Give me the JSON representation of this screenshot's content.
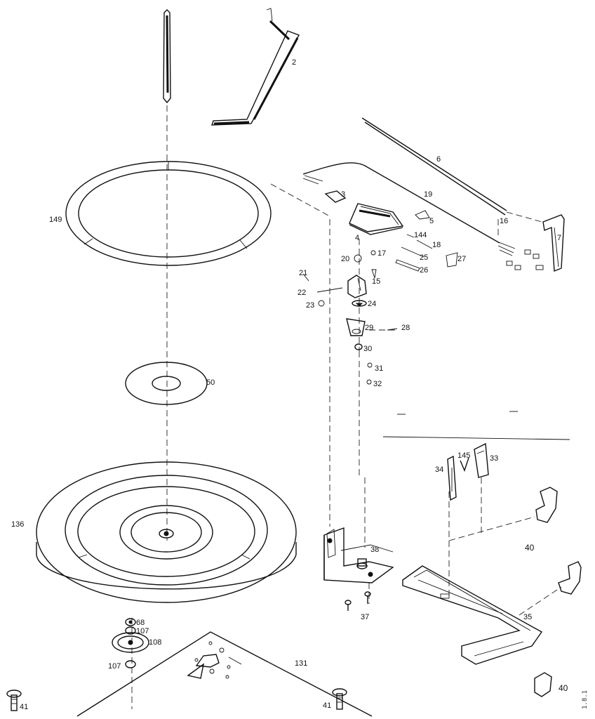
{
  "parts": {
    "p2": "2",
    "p3": "3",
    "p4": "4",
    "p5": "5",
    "p6": "6",
    "p7": "7",
    "p15": "15",
    "p16": "16",
    "p17": "17",
    "p18": "18",
    "p19": "19",
    "p20": "20",
    "p21": "21",
    "p22": "22",
    "p23": "23",
    "p24": "24",
    "p25": "25",
    "p26": "26",
    "p27": "27",
    "p28": "28",
    "p29": "29",
    "p30": "30",
    "p31": "31",
    "p32": "32",
    "p33": "33",
    "p34": "34",
    "p35": "35",
    "p37": "37",
    "p38": "38",
    "p40a": "40",
    "p40b": "40",
    "p41a": "41",
    "p41b": "41",
    "p50": "50",
    "p68": "68",
    "p107a": "107",
    "p107b": "107",
    "p108": "108",
    "p131": "131",
    "p136": "136",
    "p144": "144",
    "p145": "145",
    "p149": "149"
  },
  "side_code": "1.8.1"
}
